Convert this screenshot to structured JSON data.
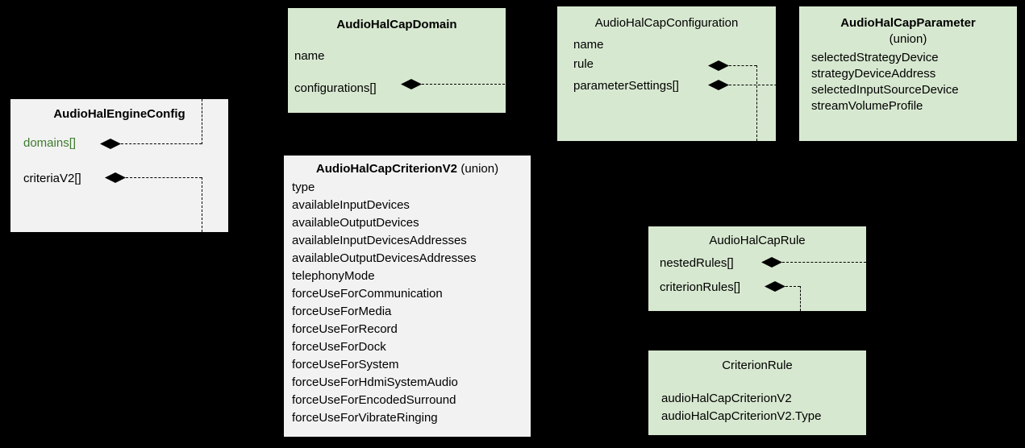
{
  "diagram": {
    "type": "uml-class-diagram",
    "background": "#000000",
    "colors": {
      "green_box": "#d7e8d0",
      "grey_box": "#f2f2f2",
      "highlight_text": "#3e7b2e",
      "line": "#000000"
    }
  },
  "boxes": {
    "engine_config": {
      "title": "AudioHalEngineConfig",
      "attributes": [
        {
          "label": "domains[]",
          "highlight": true,
          "aggregation": true
        },
        {
          "label": "criteriaV2[]",
          "highlight": false,
          "aggregation": true
        }
      ]
    },
    "cap_domain": {
      "title": "AudioHalCapDomain",
      "attributes": [
        {
          "label": "name",
          "aggregation": false
        },
        {
          "label": "configurations[]",
          "aggregation": true
        }
      ]
    },
    "cap_configuration": {
      "title": "AudioHalCapConfiguration",
      "attributes": [
        {
          "label": "name",
          "aggregation": false
        },
        {
          "label": "rule",
          "aggregation": true
        },
        {
          "label": "parameterSettings[]",
          "aggregation": true
        }
      ]
    },
    "cap_parameter": {
      "title": "AudioHalCapParameter",
      "subtitle": "(union)",
      "attributes": [
        {
          "label": "selectedStrategyDevice"
        },
        {
          "label": "strategyDeviceAddress"
        },
        {
          "label": "selectedInputSourceDevice"
        },
        {
          "label": "streamVolumeProfile"
        }
      ]
    },
    "cap_criterion_v2": {
      "title": "AudioHalCapCriterionV2",
      "subtitle": "(union)",
      "attributes": [
        {
          "label": "type"
        },
        {
          "label": "availableInputDevices"
        },
        {
          "label": "availableOutputDevices"
        },
        {
          "label": "availableInputDevicesAddresses"
        },
        {
          "label": "availableOutputDevicesAddresses"
        },
        {
          "label": "telephonyMode"
        },
        {
          "label": "forceUseForCommunication"
        },
        {
          "label": "forceUseForMedia"
        },
        {
          "label": "forceUseForRecord"
        },
        {
          "label": "forceUseForDock"
        },
        {
          "label": "forceUseForSystem"
        },
        {
          "label": "forceUseForHdmiSystemAudio"
        },
        {
          "label": "forceUseForEncodedSurround"
        },
        {
          "label": "forceUseForVibrateRinging"
        }
      ]
    },
    "cap_rule": {
      "title": "AudioHalCapRule",
      "attributes": [
        {
          "label": "nestedRules[]",
          "aggregation": true
        },
        {
          "label": "criterionRules[]",
          "aggregation": true
        }
      ]
    },
    "criterion_rule": {
      "title": "CriterionRule",
      "attributes": [
        {
          "label": "audioHalCapCriterionV2"
        },
        {
          "label": "audioHalCapCriterionV2.Type"
        }
      ]
    }
  }
}
